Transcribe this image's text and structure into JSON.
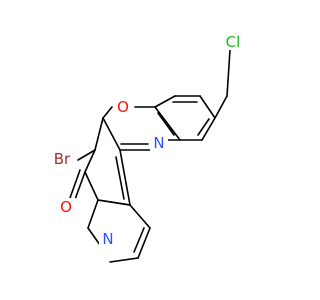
{
  "molecule": {
    "atoms": [
      {
        "id": "Cl",
        "symbol": "Cl",
        "color": "#1DBB1D"
      },
      {
        "id": "O1",
        "symbol": "O",
        "color": "#FF0D0D"
      },
      {
        "id": "Br",
        "symbol": "Br",
        "color": "#A52A2A"
      },
      {
        "id": "N1",
        "symbol": "N",
        "color": "#3050F8"
      },
      {
        "id": "O2",
        "symbol": "O",
        "color": "#FF0D0D"
      },
      {
        "id": "N2",
        "symbol": "N",
        "color": "#3050F8"
      }
    ],
    "bond_color": "#000000"
  }
}
